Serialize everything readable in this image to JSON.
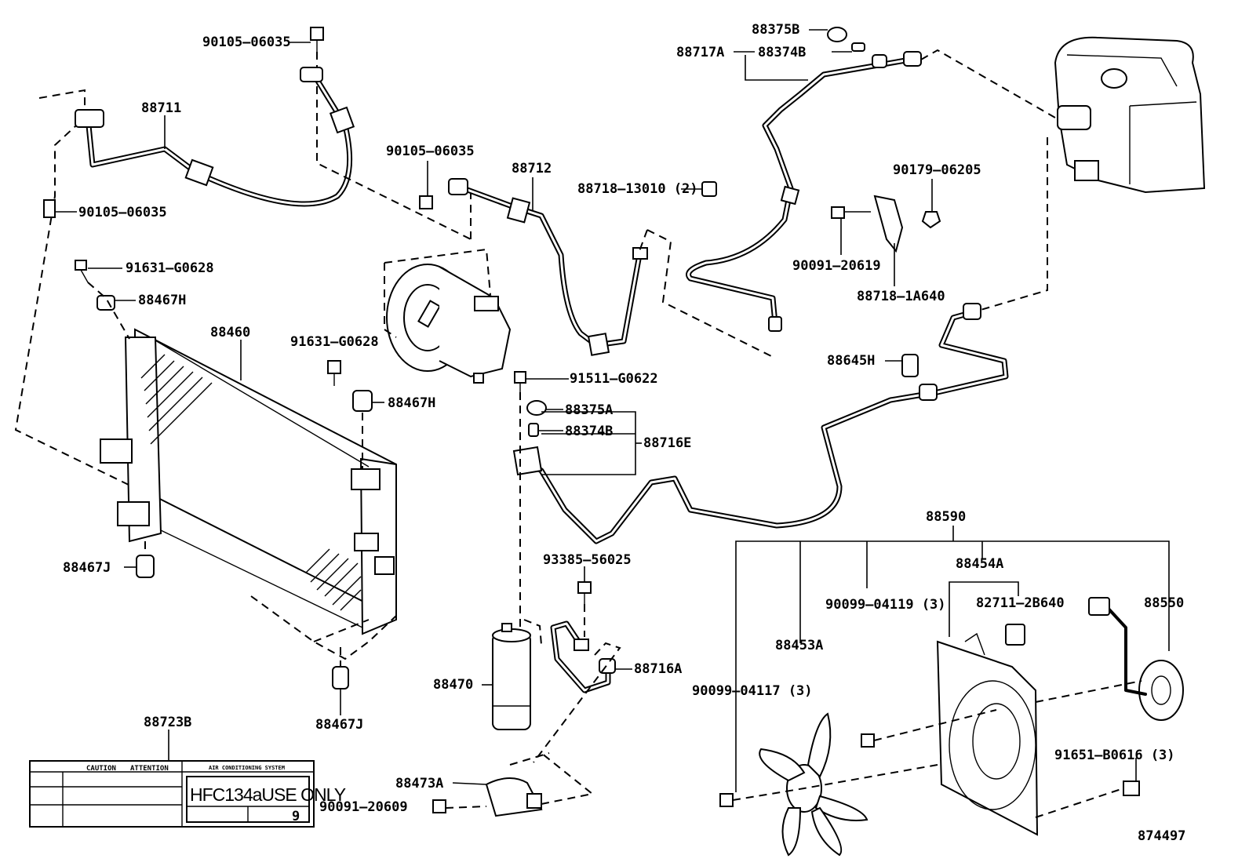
{
  "diagram": {
    "drawing_number": "874497",
    "part_labels": {
      "p90105_top": "90105–06035",
      "p88711": "88711",
      "p90105_left": "90105–06035",
      "p91631_left": "91631–G0628",
      "p88467H_left": "88467H",
      "p88460": "88460",
      "p91631_mid": "91631–G0628",
      "p88467H_mid": "88467H",
      "p88467J_left": "88467J",
      "p88467J_bottom": "88467J",
      "p88723B": "88723B",
      "p90105_comp": "90105–06035",
      "p88712": "88712",
      "p88718_13010": "88718–13010 (2)",
      "p91511": "91511–G0622",
      "p88375A": "88375A",
      "p88374B_mid": "88374B",
      "p88716E": "88716E",
      "p93385": "93385–56025",
      "p88470": "88470",
      "p88716A": "88716A",
      "p88473A": "88473A",
      "p90091_bottom": "90091–20609",
      "p88375B": "88375B",
      "p88717A": "88717A",
      "p88374B_top": "88374B",
      "p90179": "90179–06205",
      "p90091_mid": "90091–20619",
      "p88718_1A640": "88718–1A640",
      "p88645H": "88645H",
      "p88590": "88590",
      "p88454A": "88454A",
      "p90099_04119": "90099–04119 (3)",
      "p82711": "82711–2B640",
      "p88550": "88550",
      "p88453A": "88453A",
      "p90099_04117": "90099–04117 (3)",
      "p91651": "91651–B0616 (3)"
    },
    "caution_label": {
      "header_cells": [
        "CAUTION",
        "ATTENTION"
      ],
      "right_header": "AIR CONDITIONING SYSTEM",
      "refrigerant_text": "HFC134aUSE ONLY",
      "number": "9"
    }
  }
}
